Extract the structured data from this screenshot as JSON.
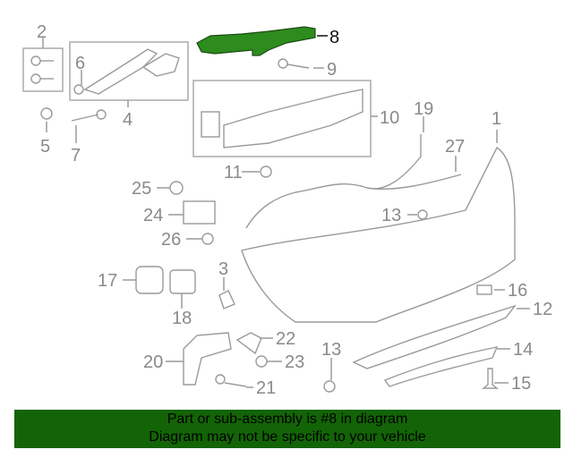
{
  "diagram": {
    "highlight_color": "#2e8b1e",
    "callouts": [
      "1",
      "2",
      "3",
      "4",
      "5",
      "6",
      "7",
      "8",
      "9",
      "10",
      "11",
      "12",
      "13",
      "13",
      "14",
      "15",
      "16",
      "17",
      "18",
      "19",
      "20",
      "21",
      "22",
      "23",
      "24",
      "25",
      "26",
      "27"
    ],
    "highlighted_part": "8"
  },
  "banner": {
    "color": "#136406",
    "line1": "Part or sub-assembly is #8 in diagram",
    "line2": "Diagram may not be specific to your vehicle"
  }
}
